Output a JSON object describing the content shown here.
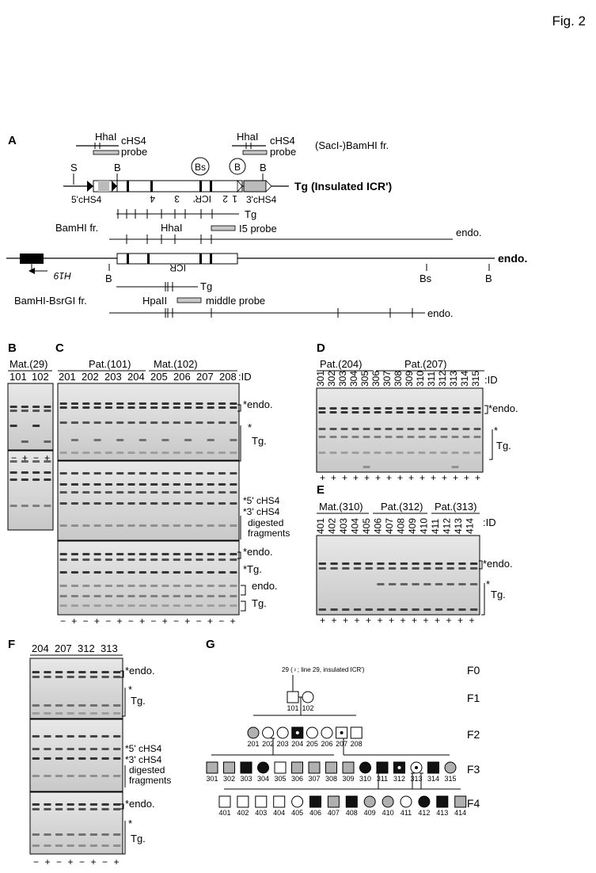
{
  "figure_label": "Fig. 2",
  "panels": {
    "A": {
      "letter": "A",
      "hhaI_left": "HhaI",
      "cHS4_probe_left_1": "cHS4",
      "cHS4_probe_left_2": "probe",
      "hhaI_right": "HhaI",
      "cHS4_probe_right_1": "cHS4",
      "cHS4_probe_right_2": "probe",
      "sacI_bamhi": "(SacI-)BamHI fr.",
      "S": "S",
      "B": "B",
      "Bs": "Bs",
      "five_chs4": "5'cHS4",
      "three_chs4": "3'cHS4",
      "icr_prime": "ICR'",
      "repeat_numbers": [
        "4",
        "3",
        "2",
        "1"
      ],
      "tg_insulated": "Tg (Insulated ICR')",
      "tg": "Tg",
      "bamhi_fr": "BamHI fr.",
      "hhaI_mid": "HhaI",
      "i5_probe": "I5 probe",
      "endo": "endo.",
      "endo_bold": "endo.",
      "h19": "H19",
      "icr": "ICR",
      "bamhi_bsrgi": "BamHI-BsrGI  fr.",
      "hpaII": "HpaII",
      "middle_probe": "middle probe"
    },
    "B": {
      "letter": "B",
      "header": "Mat.(29)",
      "ids": [
        "101",
        "102"
      ],
      "treatments": [
        "−",
        "+",
        "−",
        "+"
      ]
    },
    "C": {
      "letter": "C",
      "header_left": "Pat.(101)",
      "header_right": "Mat.(102)",
      "ids": [
        "201",
        "202",
        "203",
        "204",
        "205",
        "206",
        "207",
        "208"
      ],
      "id_suffix": ":ID",
      "labels": [
        "*endo.",
        "*",
        "Tg.",
        "*5' cHS4",
        "*3' cHS4",
        "digested",
        "fragments",
        "*endo.",
        "*Tg.",
        "endo.",
        "Tg."
      ],
      "treatments": [
        "−",
        "+",
        "−",
        "+",
        "−",
        "+",
        "−",
        "+",
        "−",
        "+",
        "−",
        "+",
        "−",
        "+",
        "−",
        "+"
      ]
    },
    "D": {
      "letter": "D",
      "header_left": "Pat.(204)",
      "header_right": "Pat.(207)",
      "ids": [
        "301",
        "302",
        "303",
        "304",
        "305",
        "306",
        "307",
        "308",
        "309",
        "310",
        "311",
        "312",
        "313",
        "314",
        "315"
      ],
      "id_suffix": ":ID",
      "labels": [
        "*endo.",
        "*",
        "Tg."
      ],
      "treatment": "+"
    },
    "E": {
      "letter": "E",
      "headers": [
        "Mat.(310)",
        "Pat.(312)",
        "Pat.(313)"
      ],
      "ids": [
        "401",
        "402",
        "403",
        "404",
        "405",
        "406",
        "407",
        "408",
        "409",
        "410",
        "411",
        "412",
        "413",
        "414"
      ],
      "id_suffix": ":ID",
      "labels": [
        "*endo.",
        "*",
        "Tg."
      ],
      "treatment": "+"
    },
    "F": {
      "letter": "F",
      "ids": [
        "204",
        "207",
        "312",
        "313"
      ],
      "labels": [
        "*endo.",
        "*",
        "Tg.",
        "*5' cHS4",
        "*3' cHS4",
        "digested",
        "fragments",
        "*endo.",
        "*",
        "Tg."
      ],
      "treatments": [
        "−",
        "+",
        "−",
        "+",
        "−",
        "+",
        "−",
        "+"
      ]
    },
    "G": {
      "letter": "G",
      "founder_note": "29 (♀; line 29, insulated ICR')",
      "generations": [
        "F0",
        "F1",
        "F2",
        "F3",
        "F4"
      ],
      "f1_ids": [
        "101",
        "102"
      ],
      "f2_ids": [
        "201",
        "202",
        "203",
        "204",
        "205",
        "206",
        "207",
        "208"
      ],
      "f3_ids": [
        "301",
        "302",
        "303",
        "304",
        "305",
        "306",
        "307",
        "308",
        "309",
        "310",
        "311",
        "312",
        "313",
        "314",
        "315"
      ],
      "f4_ids": [
        "401",
        "402",
        "403",
        "404",
        "405",
        "406",
        "407",
        "408",
        "409",
        "410",
        "411",
        "412",
        "413",
        "414"
      ]
    }
  }
}
